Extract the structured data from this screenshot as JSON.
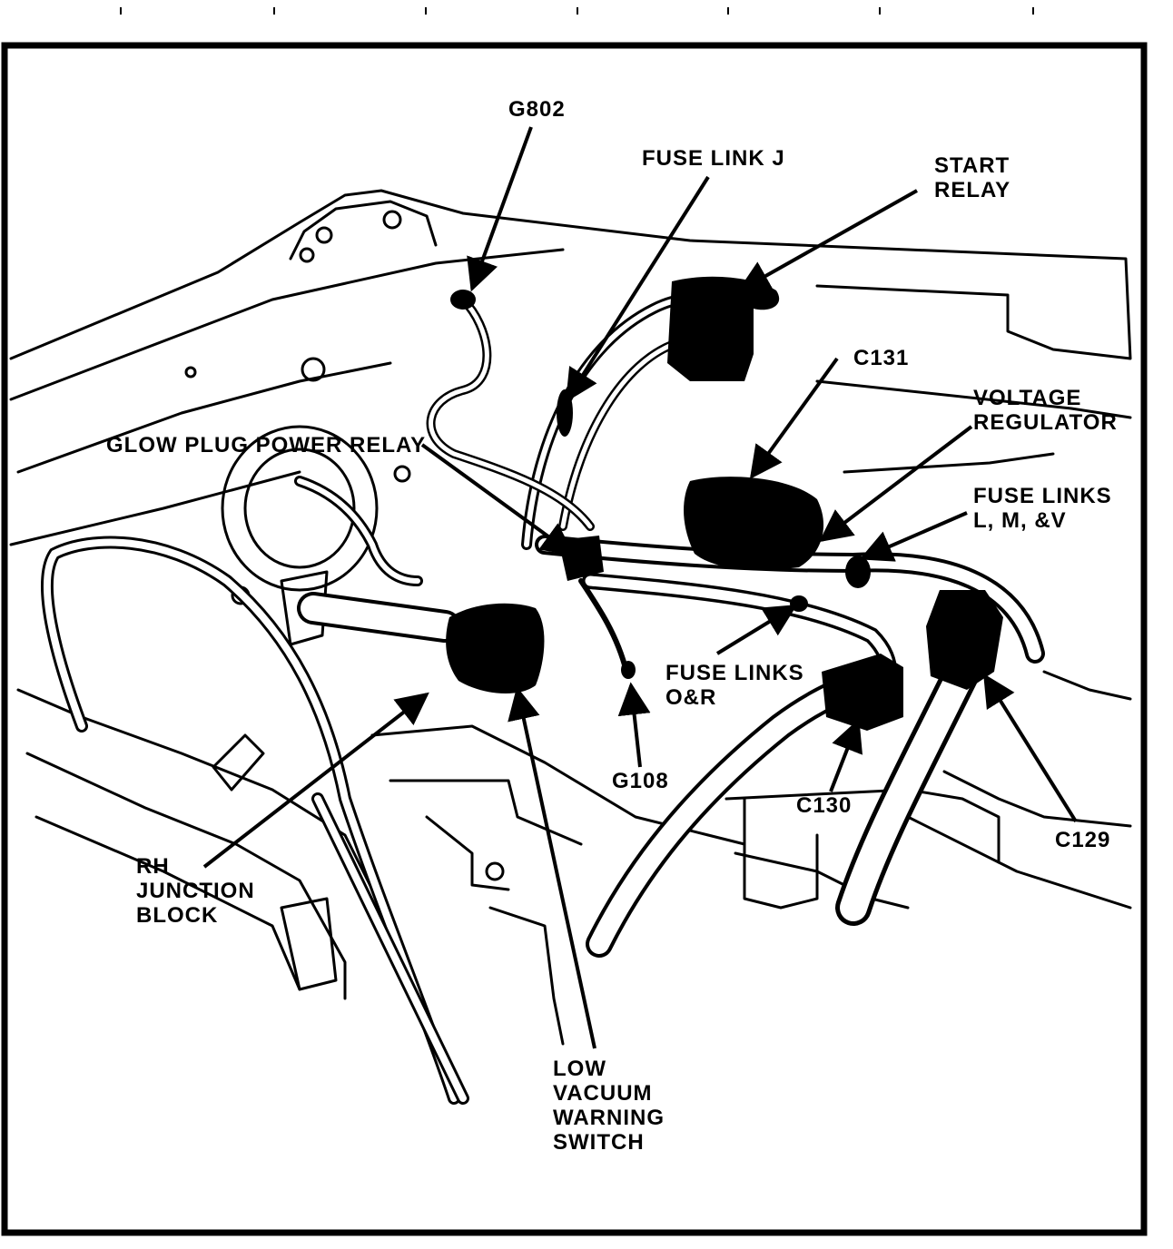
{
  "labels": {
    "g802": "G802",
    "fuse_link_j": "FUSE LINK J",
    "start_relay_1": "START",
    "start_relay_2": "RELAY",
    "c131": "C131",
    "voltage_regulator_1": "VOLTAGE",
    "voltage_regulator_2": "REGULATOR",
    "glow_plug_power_relay": "GLOW PLUG POWER RELAY",
    "fuse_links_lmv_1": "FUSE LINKS",
    "fuse_links_lmv_2": "L, M, &V",
    "fuse_links_or_1": "FUSE LINKS",
    "fuse_links_or_2": "O&R",
    "g108": "G108",
    "c130": "C130",
    "c129": "C129",
    "rh_junction_block_1": "RH",
    "rh_junction_block_2": "JUNCTION",
    "rh_junction_block_3": "BLOCK",
    "low_vacuum_warning_switch_1": "LOW",
    "low_vacuum_warning_switch_2": "VACUUM",
    "low_vacuum_warning_switch_3": "WARNING",
    "low_vacuum_warning_switch_4": "SWITCH"
  },
  "colors": {
    "ink": "#000000",
    "paper": "#ffffff"
  }
}
